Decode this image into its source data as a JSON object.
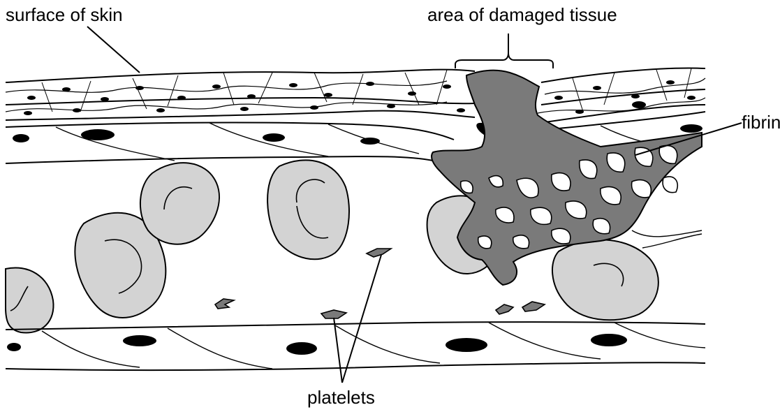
{
  "labels": {
    "surface": "surface of skin",
    "damaged": "area of damaged tissue",
    "fibrin": "fibrin",
    "platelets": "platelets"
  },
  "colors": {
    "outline": "#000000",
    "cell_fill": "#d3d3d3",
    "clot_fill": "#7a7a7a",
    "background": "#ffffff"
  }
}
